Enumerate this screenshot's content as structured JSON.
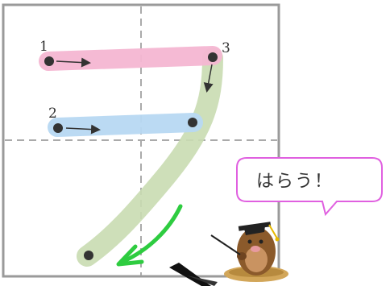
{
  "stroke_numbers": {
    "s1": "1",
    "s2": "2",
    "s3": "3"
  },
  "speech_bubble": {
    "text": "はらう！"
  },
  "colors": {
    "stroke1": "#f4b6d2",
    "stroke2": "#b7d8f2",
    "stroke3": "#c9dbb1",
    "dot": "#333333",
    "arrow_green": "#2ecc40",
    "bubble_border": "#e060e0",
    "grid": "#9a9a9a",
    "guide": "#aaaaaa"
  },
  "icons": {
    "direction_arrows": "arrow-right-icon",
    "sweep_arrow": "curved-arrow-icon",
    "mascot": "mole-teacher-icon"
  }
}
